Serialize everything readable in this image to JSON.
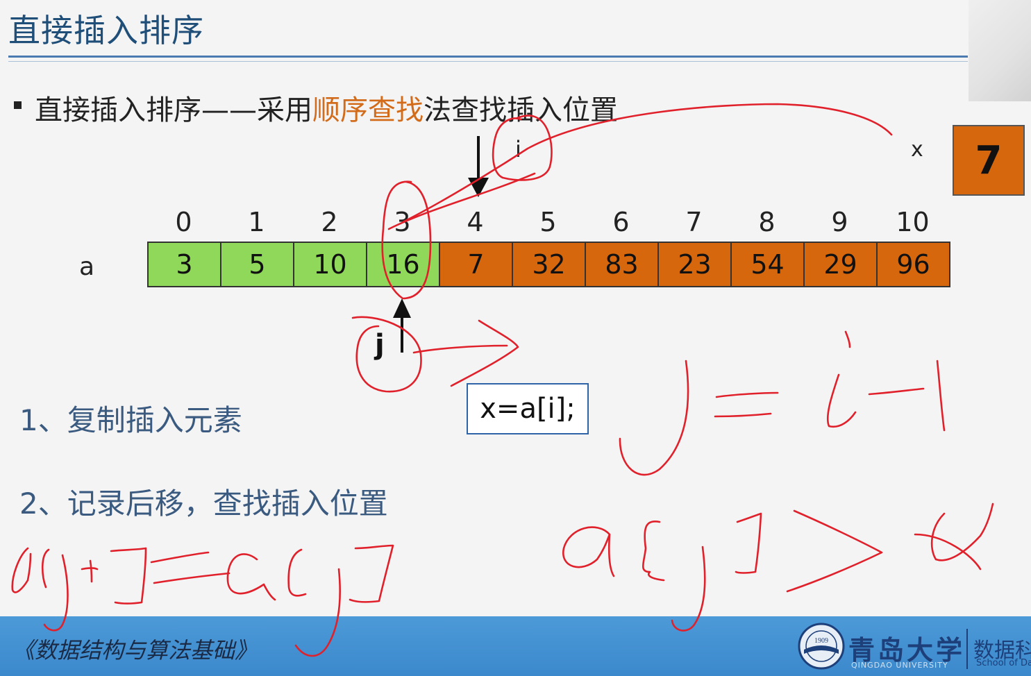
{
  "slide": {
    "title": "直接插入排序",
    "bullet": {
      "prefix": "直接插入排序——采用",
      "highlight": "顺序查找",
      "suffix": "法查找插入位置"
    },
    "x_label": "x",
    "x_value": "7",
    "i_label": "i",
    "array_label": "a",
    "indices": [
      "0",
      "1",
      "2",
      "3",
      "4",
      "5",
      "6",
      "7",
      "8",
      "9",
      "10"
    ],
    "values": [
      "3",
      "5",
      "10",
      "16",
      "7",
      "32",
      "83",
      "23",
      "54",
      "29",
      "96"
    ],
    "j_label": "j",
    "code": "x=a[i];",
    "step1": "1、复制插入元素",
    "step2": "2、记录后移，查找插入位置"
  },
  "colors": {
    "sorted": "#8fd85a",
    "unsorted": "#d6670d",
    "title": "#1f4e79",
    "highlight": "#d26b1a",
    "ink": "#e0202a"
  },
  "annotations": {
    "handwriting": [
      "j=i-1",
      "a[j]>x",
      "a[j+1]=a[j]"
    ]
  },
  "footer": {
    "course_title": "《数据结构与算法基础》",
    "university_cn": "青岛大学",
    "university_en": "QINGDAO UNIVERSITY",
    "school_cn": "数据科",
    "school_en": "School of Da",
    "logo_icon": "university-emblem-icon"
  }
}
